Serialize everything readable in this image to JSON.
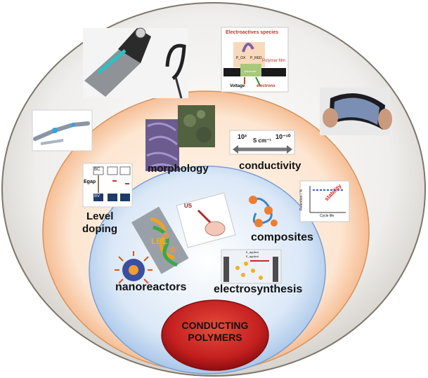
{
  "center": {
    "line1": "CONDUCTING",
    "line2": "POLYMERS"
  },
  "inner_labels": {
    "nanoreactors": "nanoreactors",
    "electrosynthesis": "electrosynthesis",
    "composites": "composites",
    "lbl": "LBL",
    "us": "US"
  },
  "middle_labels": {
    "morphology": "morphology",
    "conductivity": "conductivity",
    "level_doping_1": "Level",
    "level_doping_2": "doping",
    "egap": "Egap",
    "bc": "BC",
    "bv": "BV",
    "conductivity_scale_left": "10²",
    "conductivity_scale_mid": "S cm⁻¹",
    "conductivity_scale_right": "10⁻¹⁰",
    "stability": "stability",
    "retention_axis": "Retention / %",
    "cycle_axis": "Cycle life",
    "applied_1": "E_applied",
    "applied_2": "E_applied"
  },
  "outer_labels": {
    "electroactive_species": "Electroactives species",
    "polymer_film": "Polymer film",
    "p_ox": "P_OX",
    "p_red": "P_RED",
    "electrode": "electrode",
    "voltage": "Voltage",
    "electrons": "electrons"
  },
  "colors": {
    "outer_ring": "#8c8478",
    "middle_ring": "#f3b98d",
    "inner_ring": "#b9d3ef",
    "center": "#c42020"
  }
}
